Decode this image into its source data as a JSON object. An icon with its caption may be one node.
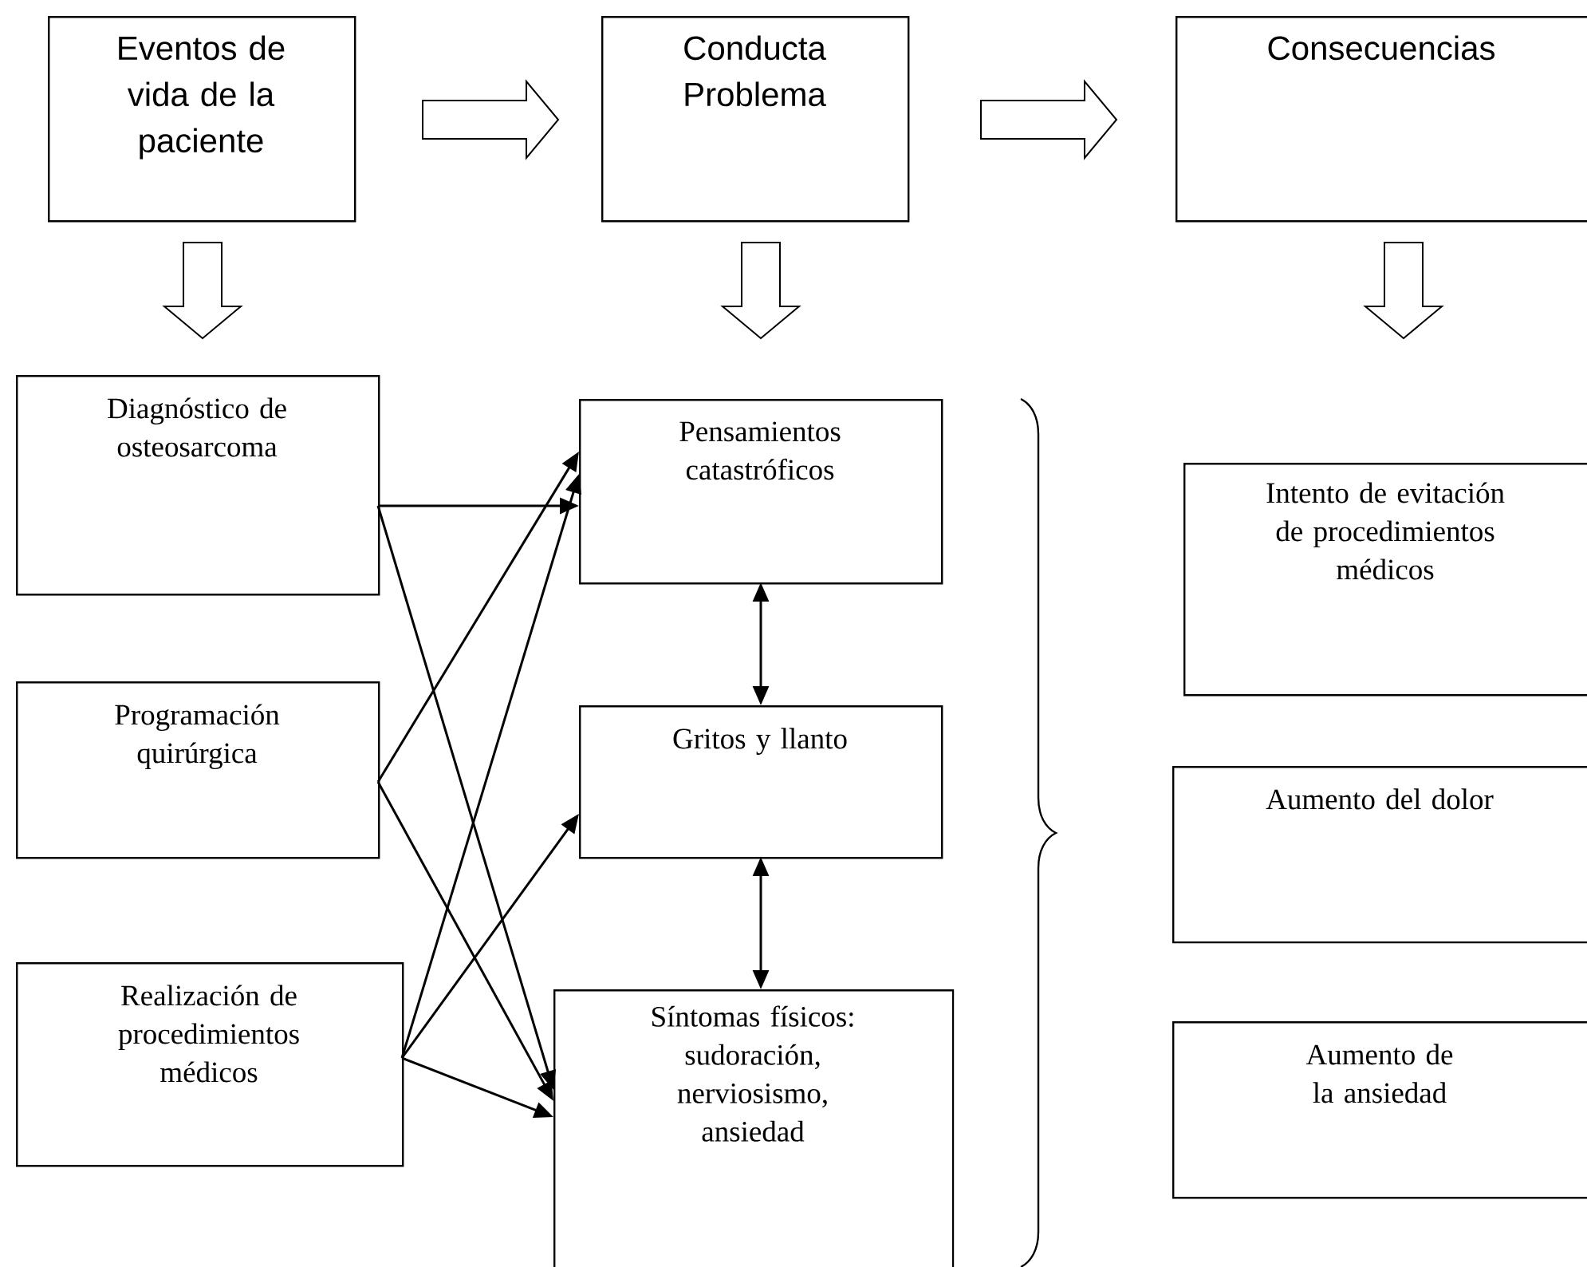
{
  "diagram": {
    "nodes": [
      {
        "text": [
          "Eventos de vida de la paciente"
        ]
      },
      {
        "text": [
          "Conducta Problema"
        ]
      },
      {
        "text": [
          "Consecuencias"
        ]
      },
      {
        "text": [
          "Diagnóstico de osteosarcoma"
        ]
      },
      {
        "text": [
          "Programación quirúrgica"
        ]
      },
      {
        "text": [
          "Realización de procedimientos médicos"
        ]
      },
      {
        "text": [
          "Pensamientos catastróficos"
        ]
      },
      {
        "text": [
          "Gritos y llanto"
        ]
      },
      {
        "text": [
          "Síntomas físicos: sudoración, nerviosismo, ansiedad"
        ]
      },
      {
        "text": [
          "Intento de evitación de procedimientos médicos"
        ]
      },
      {
        "text": [
          "Aumento del dolor"
        ]
      },
      {
        "text": [
          "Aumento de la ansiedad"
        ]
      }
    ],
    "edges": [
      {
        "from": 0,
        "to": 1,
        "arrow": "to",
        "style": "thick"
      },
      {
        "from": 1,
        "to": 2,
        "arrow": "to",
        "style": "thick"
      },
      {
        "from": 0,
        "to": 3,
        "arrow": "to",
        "style": "thick"
      },
      {
        "from": 1,
        "to": 6,
        "arrow": "to",
        "style": "thick"
      },
      {
        "from": 2,
        "to": null,
        "arrow": "to",
        "style": "thick"
      },
      {
        "from": 3,
        "to": 6,
        "arrow": "to"
      },
      {
        "from": 3,
        "to": 8,
        "arrow": "to"
      },
      {
        "from": 4,
        "to": 6,
        "arrow": "to"
      },
      {
        "from": 4,
        "to": 8,
        "arrow": "to"
      },
      {
        "from": 5,
        "to": 6,
        "arrow": "to"
      },
      {
        "from": 5,
        "to": 7,
        "arrow": "to"
      },
      {
        "from": 5,
        "to": 8,
        "arrow": "to"
      },
      {
        "from": 6,
        "to": 7,
        "arrow": "both"
      },
      {
        "from": 7,
        "to": 8,
        "arrow": "both"
      }
    ]
  }
}
